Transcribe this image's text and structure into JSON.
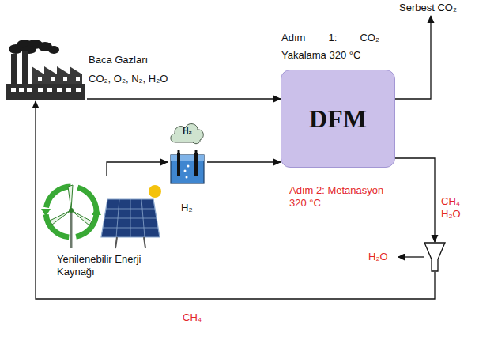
{
  "diagram": {
    "nodes": [
      {
        "text": [
          "Baca Gazları",
          "CO₂, O₂, N₂, H₂O"
        ]
      },
      {
        "text": [
          "Serbest CO₂"
        ]
      },
      {
        "text": [
          "DFM"
        ]
      },
      {
        "text": [
          "H₂"
        ]
      },
      {
        "text": [
          "Yenilenebilir Enerji Kaynağı"
        ]
      },
      {
        "text": [
          "H₂O"
        ]
      }
    ],
    "edges": [
      {
        "from": 0,
        "to": 2,
        "arrow": "to",
        "label": "Adım 1: CO₂ Yakalama 320 °C"
      },
      {
        "from": 2,
        "to": 1,
        "arrow": "to"
      },
      {
        "from": 4,
        "to": 3,
        "arrow": "to"
      },
      {
        "from": 3,
        "to": 2,
        "arrow": "to"
      },
      {
        "from": 2,
        "to": 5,
        "arrow": "to",
        "label": "CH₄ H₂O"
      },
      {
        "from": 5,
        "to": 0,
        "arrow": "to",
        "label": "CH₄"
      }
    ],
    "labels": [
      "H₂",
      "Adım 2: Metanasyon 320 °C"
    ]
  }
}
